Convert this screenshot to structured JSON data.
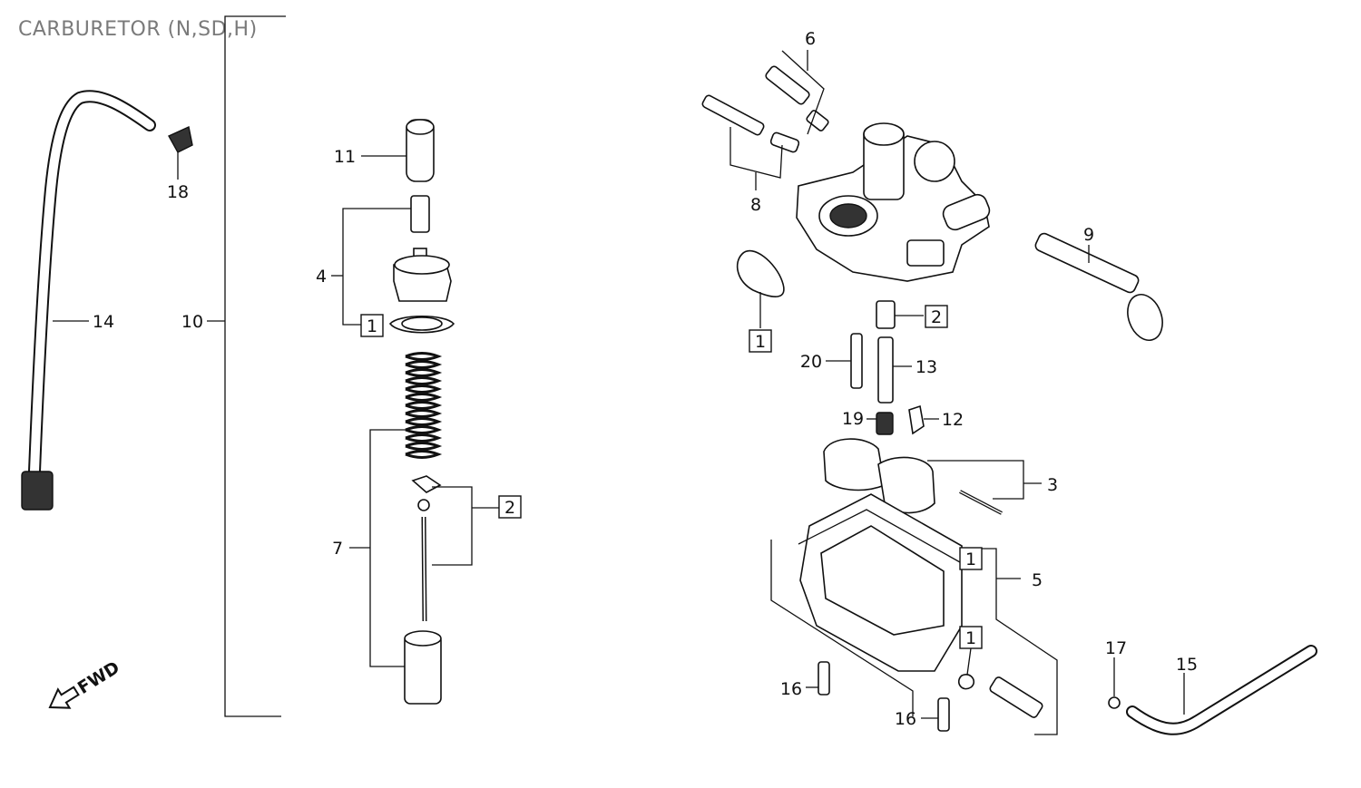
{
  "title": "CARBURETOR (N,SD,H)",
  "fwd_label": "FWD",
  "callouts": {
    "c1": "1",
    "c2": "2",
    "c3": "3",
    "c4": "4",
    "c5": "5",
    "c6": "6",
    "c7": "7",
    "c8": "8",
    "c9": "9",
    "c10": "10",
    "c11": "11",
    "c12": "12",
    "c13": "13",
    "c14": "14",
    "c15": "15",
    "c16": "16",
    "c17": "17",
    "c18": "18",
    "c19": "19",
    "c20": "20"
  }
}
